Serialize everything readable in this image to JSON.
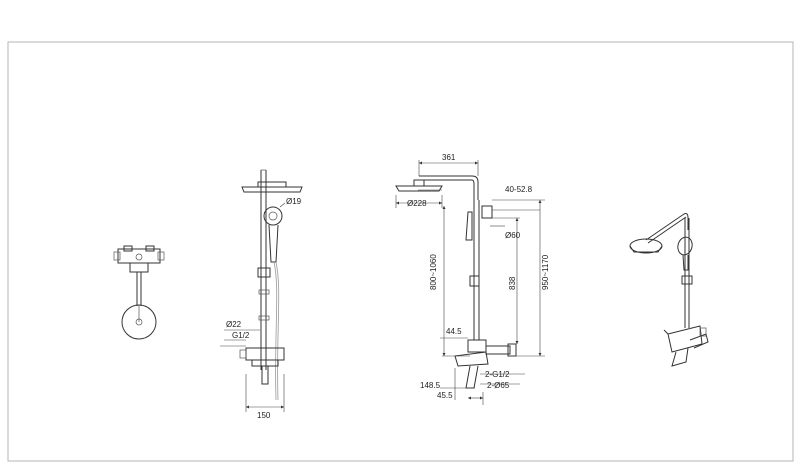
{
  "drawing": {
    "side_view": {
      "labels": {
        "shower_hose_dia": "Ø19",
        "pipe_dia": "Ø22",
        "thread": "G1/2",
        "center_distance": "150"
      }
    },
    "front_view": {
      "labels": {
        "arm_reach": "361",
        "head_dia": "Ø228",
        "bracket_range": "40-52.8",
        "handheld_dia": "Ø60",
        "rail_height": "800~1060",
        "rail_span": "838",
        "total_height": "950~1170",
        "spout_offset": "44.5",
        "inlet_thread": "2-G1/2",
        "escutcheon_dia": "2-Ø65",
        "spout_reach": "148.5",
        "inlet_offset": "45.5"
      }
    }
  }
}
